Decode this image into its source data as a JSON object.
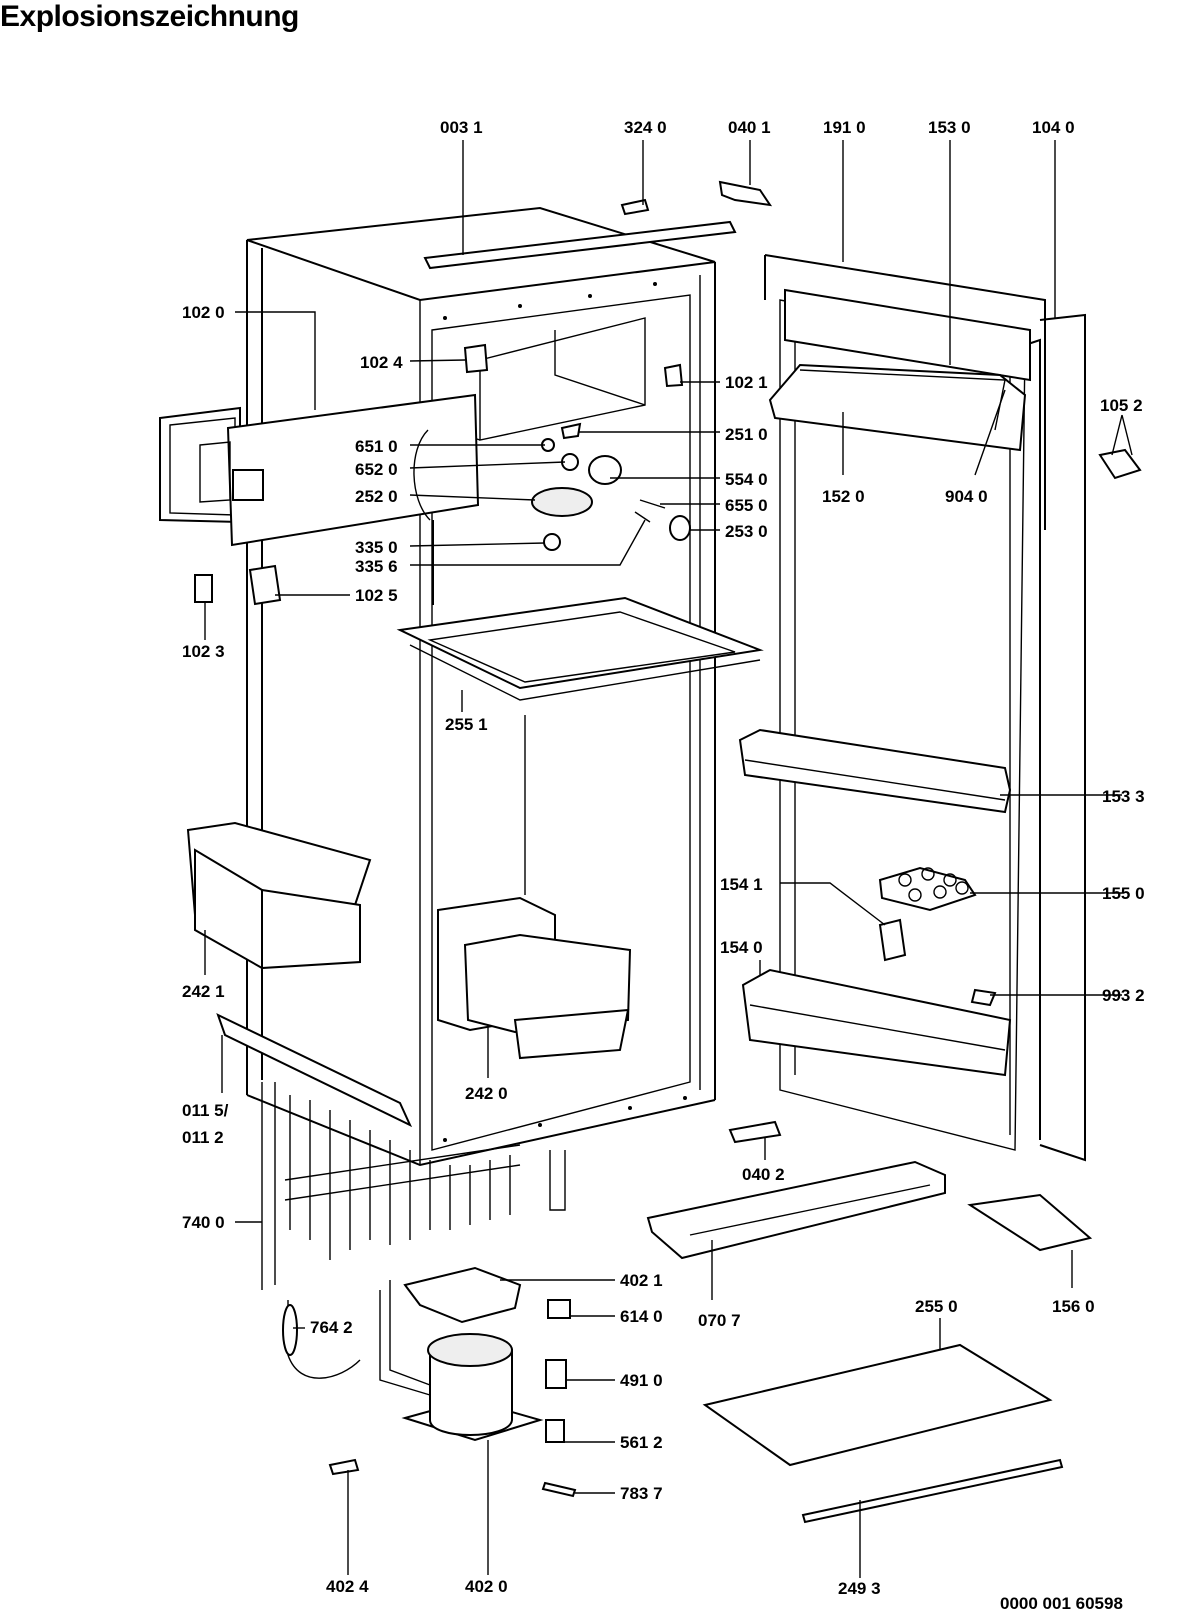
{
  "title": "Explosionszeichnung",
  "footer": "0000 001 60598",
  "labels": [
    "003 1",
    "324 0",
    "040 1",
    "191 0",
    "153 0",
    "104 0",
    "102 0",
    "102 4",
    "102 1",
    "105 2",
    "651 0",
    "251 0",
    "652 0",
    "554 0",
    "252 0",
    "655 0",
    "152 0",
    "904 0",
    "253 0",
    "335 0",
    "335 6",
    "102 5",
    "102 3",
    "255 1",
    "153 3",
    "154 1",
    "155 0",
    "154 0",
    "993 2",
    "242 1",
    "242 0",
    "011 5/",
    "011 2",
    "040 2",
    "740 0",
    "402 1",
    "614 0",
    "070 7",
    "255 0",
    "156 0",
    "764 2",
    "491 0",
    "561 2",
    "783 7",
    "402 4",
    "402 0",
    "249 3"
  ]
}
